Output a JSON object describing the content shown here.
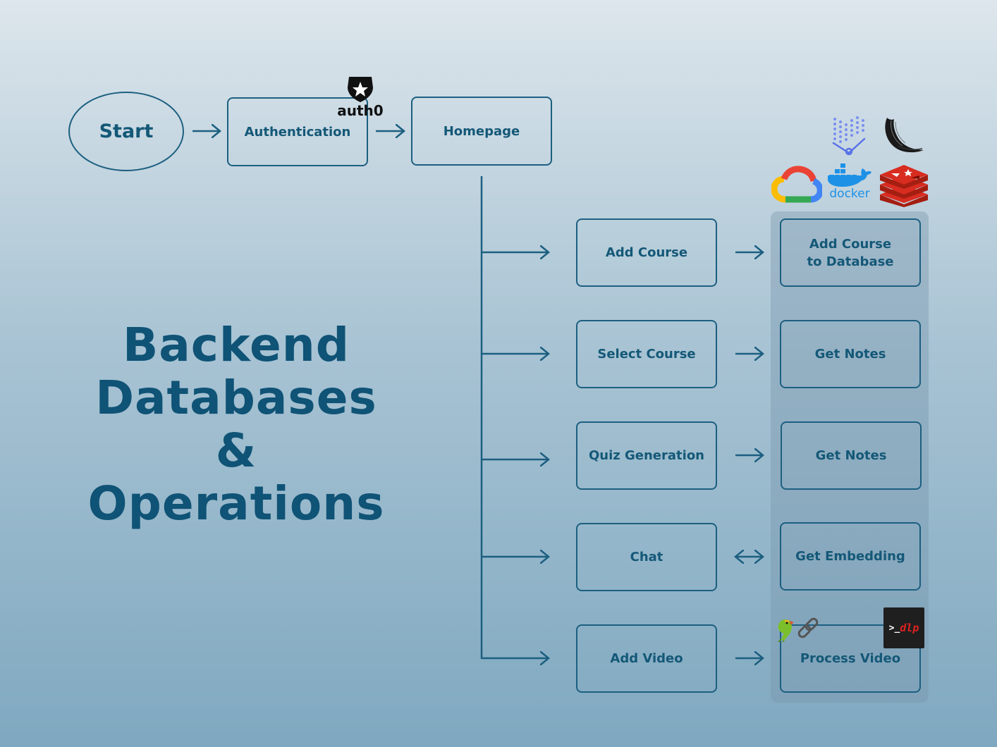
{
  "title": {
    "lines": [
      "Backend",
      "Databases",
      "&",
      "Operations"
    ]
  },
  "flow": {
    "start": "Start",
    "authentication": "Authentication",
    "homepage": "Homepage"
  },
  "actions": [
    {
      "label": "Add Course",
      "target": "Add Course to Database",
      "arrow": "right"
    },
    {
      "label": "Select Course",
      "target": "Get Notes",
      "arrow": "right"
    },
    {
      "label": "Quiz Generation",
      "target": "Get Notes",
      "arrow": "right"
    },
    {
      "label": "Chat",
      "target": "Get Embedding",
      "arrow": "both"
    },
    {
      "label": "Add Video",
      "target": "Process Video",
      "arrow": "right"
    }
  ],
  "logos": {
    "auth0": "auth0",
    "docker": "docker",
    "ytdlp": "dlp",
    "ytdlp_prompt": ">_",
    "icons": [
      "auth0-icon",
      "vector-db-icon",
      "flask-icon",
      "google-cloud-icon",
      "docker-icon",
      "redis-icon",
      "langchain-icon",
      "yt-dlp-icon"
    ]
  },
  "colors": {
    "primary": "#1c5f80",
    "text": "#145877",
    "title": "#0f5376"
  }
}
